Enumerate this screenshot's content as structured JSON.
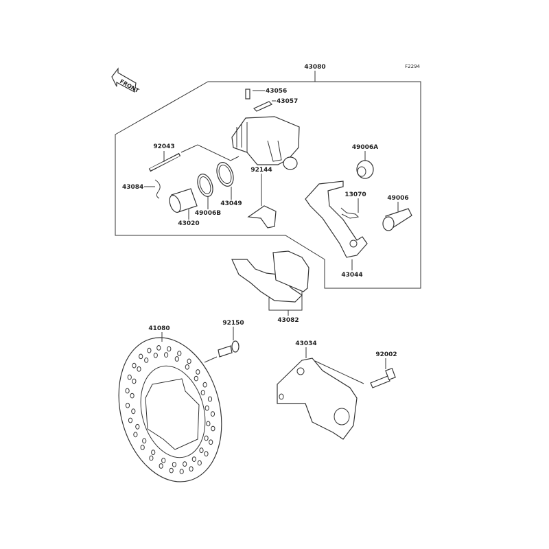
{
  "diagram": {
    "code": "F2294",
    "front_label": "FRONT",
    "labels": {
      "assembly": "43080",
      "bleeder_valve": "43056",
      "bleeder_cap": "43057",
      "pin": "92043",
      "clip": "43084",
      "piston": "43020",
      "seal_dust": "49006B",
      "seal_piston": "43049",
      "spring": "92144",
      "boot_a": "49006A",
      "spring_pad": "13070",
      "boot": "49006",
      "holder": "43044",
      "pad_set": "43082",
      "disc": "41080",
      "disc_bolt": "92150",
      "bracket": "43034",
      "bracket_bolt": "92002"
    }
  }
}
